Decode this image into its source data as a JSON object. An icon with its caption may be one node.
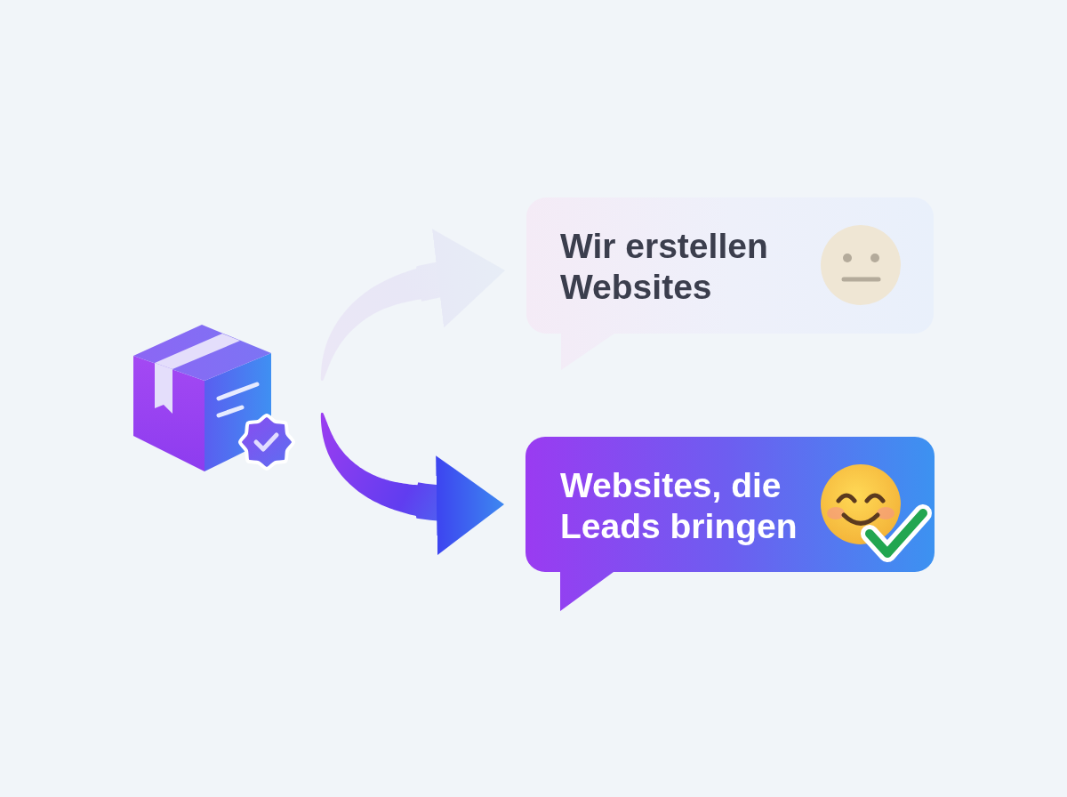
{
  "diagram": {
    "nodes": [
      {
        "text": [],
        "shape": "picture"
      },
      {
        "text": [
          "Wir erstellen Websites"
        ]
      },
      {
        "text": [
          "Websites, die Leads bringen"
        ]
      }
    ],
    "edges": [
      {
        "from": 0,
        "to": 1,
        "arrow": "to",
        "color": "#ebe7f6"
      },
      {
        "from": 0,
        "to": 2,
        "arrow": "to",
        "color": "#9b3df0"
      }
    ]
  }
}
